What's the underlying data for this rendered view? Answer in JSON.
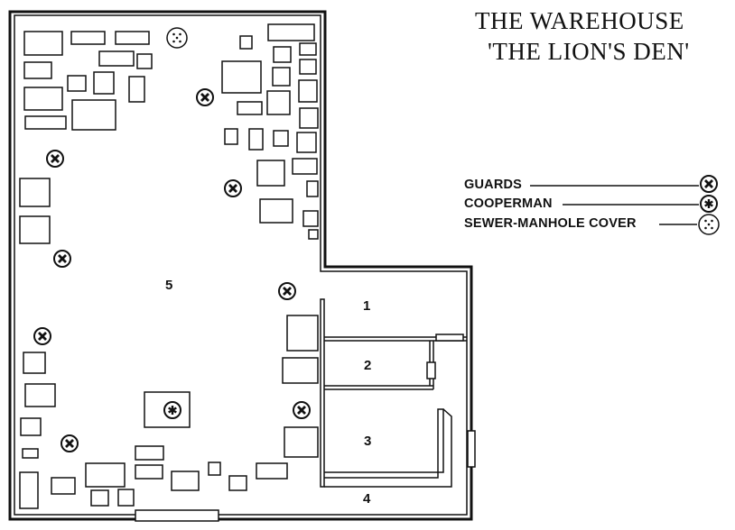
{
  "title": {
    "line1": "THE WAREHOUSE",
    "line2": "'THE LION'S DEN'"
  },
  "legend": [
    {
      "label": "GUARDS",
      "icon": "guard-icon"
    },
    {
      "label": "COOPERMAN",
      "icon": "cooperman-icon"
    },
    {
      "label": "SEWER-MANHOLE COVER",
      "icon": "manhole-cover-icon"
    }
  ],
  "areas": {
    "a1": "1",
    "a2": "2",
    "a3": "3",
    "a4": "4",
    "a5": "5"
  },
  "colors": {
    "ink": "#111111",
    "paper": "#ffffff"
  }
}
